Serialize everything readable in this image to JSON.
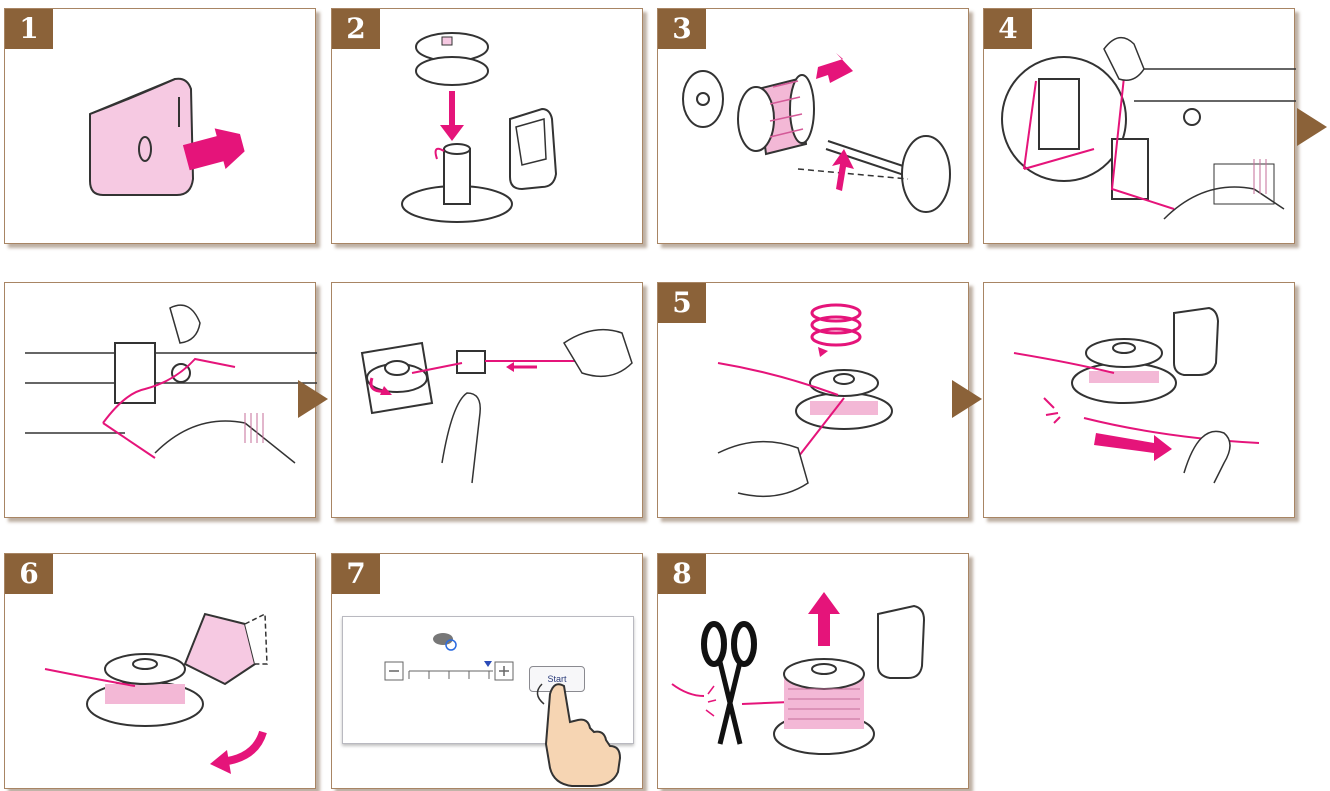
{
  "steps": [
    {
      "id": "1",
      "label": "1"
    },
    {
      "id": "2",
      "label": "2"
    },
    {
      "id": "3",
      "label": "3"
    },
    {
      "id": "4",
      "label": "4"
    },
    {
      "id": "4b",
      "label": ""
    },
    {
      "id": "4c",
      "label": ""
    },
    {
      "id": "5",
      "label": "5"
    },
    {
      "id": "5b",
      "label": ""
    },
    {
      "id": "6",
      "label": "6"
    },
    {
      "id": "7",
      "label": "7"
    },
    {
      "id": "8",
      "label": "8"
    }
  ],
  "screen": {
    "start_label": "Start"
  },
  "colors": {
    "badge": "#8b6239",
    "border": "#a88564",
    "accent_magenta": "#e5147a",
    "thread_pink": "#e896c1",
    "arrow": "#8b6239"
  },
  "icons": [
    "power-switch-icon",
    "bobbin-icon",
    "spool-icon",
    "thread-guide-icon",
    "scissors-icon",
    "finger-tap-icon"
  ]
}
